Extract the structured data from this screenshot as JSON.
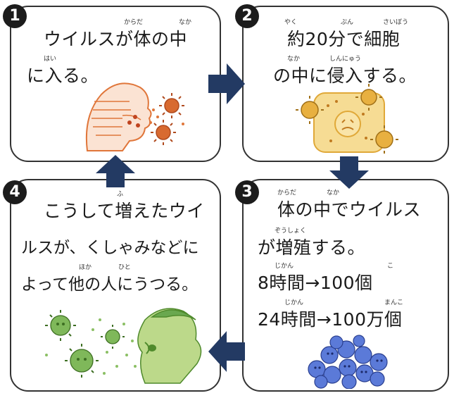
{
  "steps": [
    {
      "number": "1",
      "lines": [
        "ウイルスが体の中",
        "に入る。"
      ],
      "ruby": [
        "からだ",
        "なか",
        "はい"
      ]
    },
    {
      "number": "2",
      "lines": [
        "約20分で細胞",
        "の中に侵入する。"
      ],
      "ruby": [
        "やく",
        "ぷん",
        "さいぼう",
        "なか",
        "しんにゅう"
      ]
    },
    {
      "number": "3",
      "lines": [
        "体の中でウイルス",
        "が増殖する。",
        "8時間→100個",
        "24時間→100万個"
      ],
      "ruby": [
        "からだ",
        "なか",
        "ぞうしょく",
        "じかん",
        "こ",
        "じかん",
        "まんこ"
      ]
    },
    {
      "number": "4",
      "lines": [
        "こうして増えたウイ",
        "ルスが、くしゃみなどに",
        "よって他の人にうつる。"
      ],
      "ruby": [
        "ふ",
        "ほか",
        "ひと"
      ]
    }
  ],
  "colors": {
    "arrow": "#233a63",
    "ink": "#1a1a1a",
    "infection_orange": "#e0763a",
    "cell_yellow": "#f0c060",
    "virus_blue": "#4a6bd0",
    "sneeze_green": "#6aa84f"
  },
  "illustrations": [
    "person-inhaling-virus",
    "virus-in-cell",
    "virus-cluster",
    "person-sneezing"
  ]
}
